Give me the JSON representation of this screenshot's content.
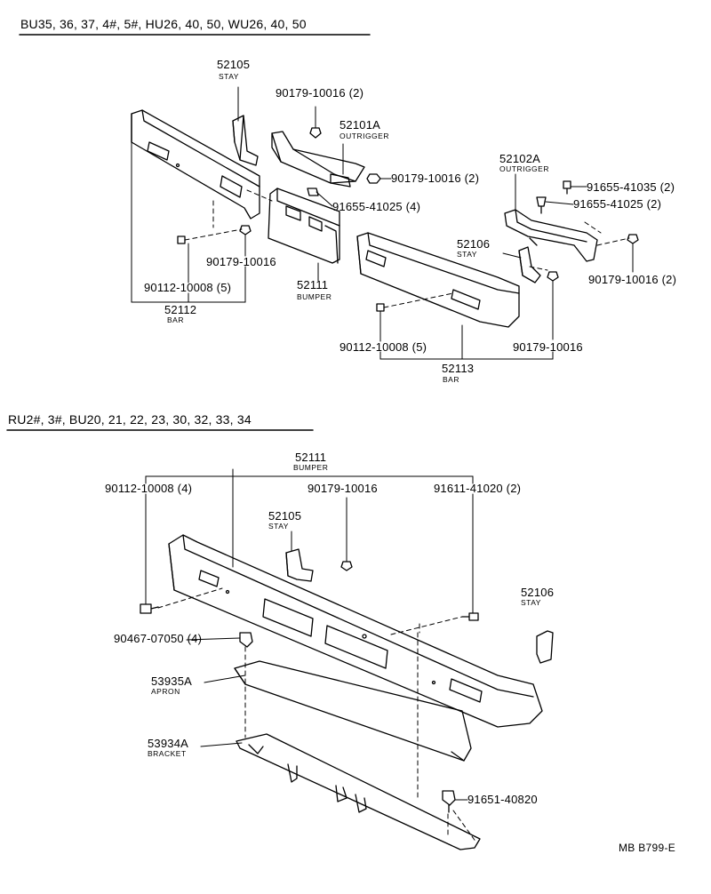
{
  "headers": {
    "top": "BU35, 36, 37, 4#, 5#, HU26, 40, 50, WU26, 40, 50",
    "bottom": "RU2#, 3#, BU20, 21, 22, 23, 30, 32, 33, 34"
  },
  "top_section": {
    "p52105": {
      "number": "52105",
      "name": "STAY"
    },
    "p90179_a": "90179-10016 (2)",
    "p52101a": {
      "number": "52101A",
      "name": "OUTRIGGER"
    },
    "p90179_b": "90179-10016 (2)",
    "p91655_a": "91655-41025 (4)",
    "p52102a": {
      "number": "52102A",
      "name": "OUTRIGGER"
    },
    "p91655_b": "91655-41035 (2)",
    "p91655_c": "91655-41025 (2)",
    "p52106": {
      "number": "52106",
      "name": "STAY"
    },
    "p90179_c": "90179-10016 (2)",
    "p90179_d": "90179-10016",
    "p90112_a": "90112-10008 (5)",
    "p52112": {
      "number": "52112",
      "name": "BAR"
    },
    "p52111": {
      "number": "52111",
      "name": "BUMPER"
    },
    "p90112_b": "90112-10008 (5)",
    "p90179_e": "90179-10016",
    "p52113": {
      "number": "52113",
      "name": "BAR"
    }
  },
  "bottom_section": {
    "p52111": {
      "number": "52111",
      "name": "BUMPER"
    },
    "p90112": "90112-10008 (4)",
    "p90179": "90179-10016",
    "p91611": "91611-41020 (2)",
    "p52105": {
      "number": "52105",
      "name": "STAY"
    },
    "p52106": {
      "number": "52106",
      "name": "STAY"
    },
    "p90467": "90467-07050 (4)",
    "p53935a": {
      "number": "53935A",
      "name": "APRON"
    },
    "p53934a": {
      "number": "53934A",
      "name": "BRACKET"
    },
    "p91651": "91651-40820"
  },
  "figure_code": "MB B799-E"
}
